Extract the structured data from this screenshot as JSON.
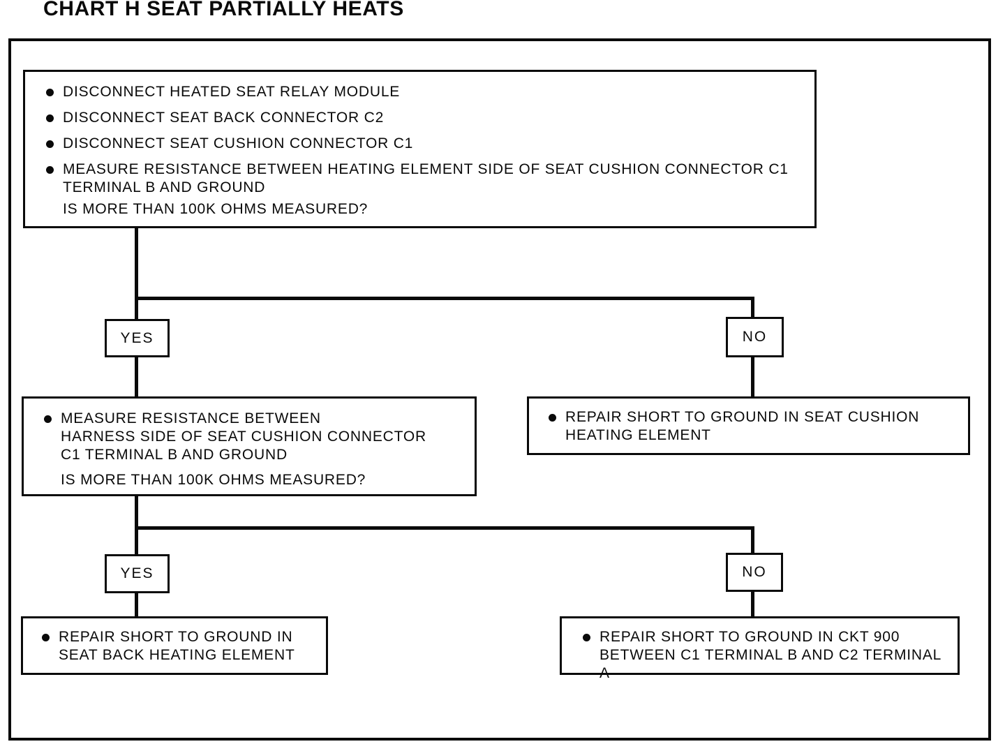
{
  "title": "CHART H SEAT PARTIALLY HEATS",
  "colors": {
    "ink": "#0a0a0a",
    "paper": "#ffffff"
  },
  "flowchart": {
    "start": {
      "bullets": [
        "DISCONNECT HEATED SEAT RELAY MODULE",
        "DISCONNECT SEAT BACK CONNECTOR C2",
        "DISCONNECT SEAT CUSHION CONNECTOR C1",
        "MEASURE RESISTANCE BETWEEN HEATING ELEMENT SIDE OF SEAT CUSHION  CONNECTOR C1\nTERMINAL B AND GROUND"
      ],
      "question": "IS MORE THAN 100K OHMS MEASURED?"
    },
    "branch1": {
      "yes": "YES",
      "no": "NO"
    },
    "decision2": {
      "bullet": "MEASURE RESISTANCE BETWEEN\nHARNESS SIDE OF SEAT CUSHION CONNECTOR\nC1 TERMINAL B AND GROUND",
      "question": "IS MORE THAN 100K OHMS MEASURED?"
    },
    "repair_cushion": "REPAIR SHORT TO GROUND IN SEAT CUSHION\nHEATING ELEMENT",
    "branch2": {
      "yes": "YES",
      "no": "NO"
    },
    "repair_seat_back": "REPAIR SHORT TO GROUND IN\nSEAT BACK HEATING ELEMENT",
    "repair_ckt900": "REPAIR SHORT TO GROUND IN CKT 900\nBETWEEN C1 TERMINAL B AND C2 TERMINAL A"
  }
}
